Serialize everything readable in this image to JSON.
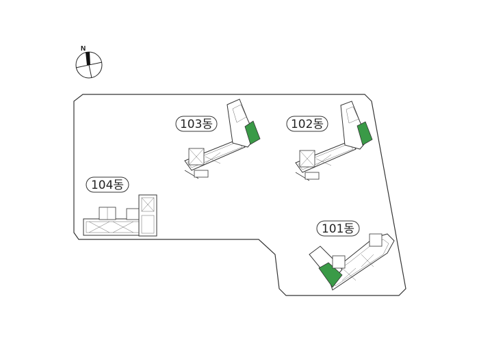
{
  "compass": {
    "north_label": "N"
  },
  "buildings": [
    {
      "id": "b103",
      "label": "103동"
    },
    {
      "id": "b102",
      "label": "102동"
    },
    {
      "id": "b104",
      "label": "104동"
    },
    {
      "id": "b101",
      "label": "101동"
    }
  ],
  "colors": {
    "outline": "#333333",
    "highlight": "#3a9a47",
    "label_border": "#333333"
  }
}
